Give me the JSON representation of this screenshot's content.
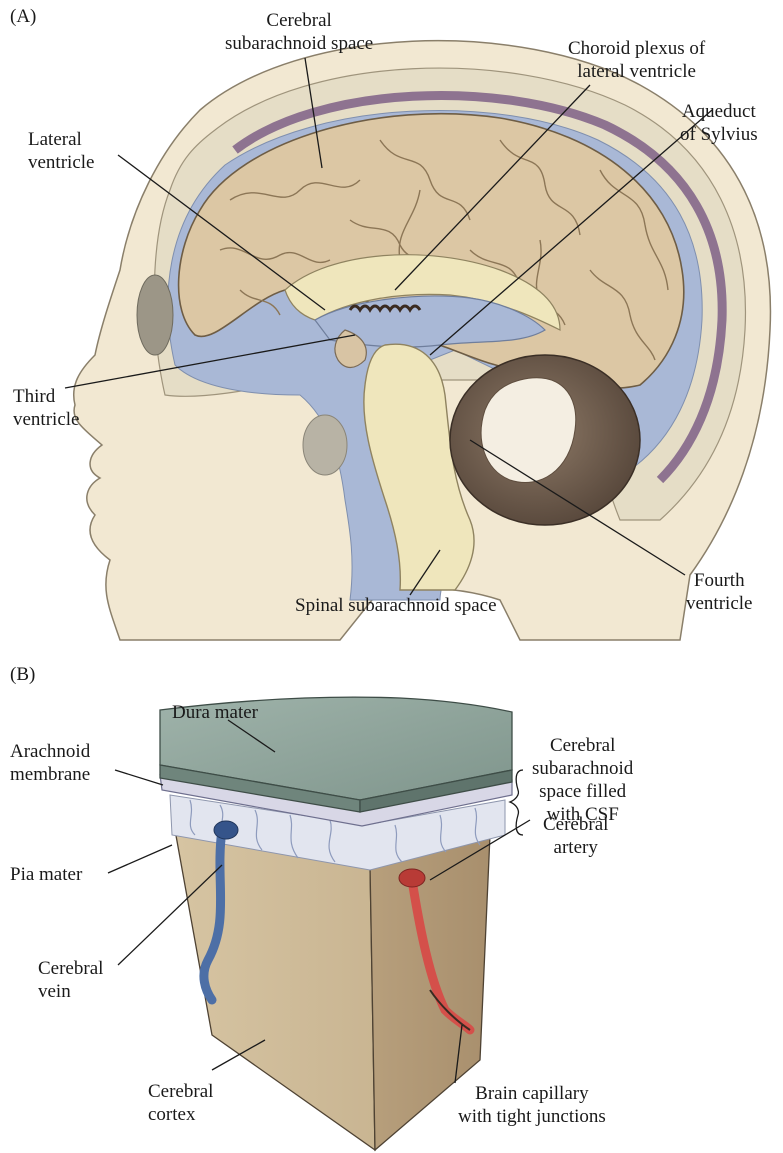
{
  "panel_a": {
    "tag": "(A)",
    "labels": {
      "cerebral_subarachnoid": [
        "Cerebral",
        "subarachnoid space"
      ],
      "choroid_plexus": [
        "Choroid plexus of",
        "lateral ventricle"
      ],
      "aqueduct": [
        "Aqueduct",
        "of Sylvius"
      ],
      "lateral_ventricle": [
        "Lateral",
        "ventricle"
      ],
      "third_ventricle": [
        "Third",
        "ventricle"
      ],
      "fourth_ventricle": [
        "Fourth",
        "ventricle"
      ],
      "spinal_subarachnoid": "Spinal subarachnoid space"
    }
  },
  "panel_b": {
    "tag": "(B)",
    "labels": {
      "dura_mater": "Dura mater",
      "arachnoid": [
        "Arachnoid",
        "membrane"
      ],
      "pia_mater": "Pia mater",
      "subarachnoid_csf": [
        "Cerebral",
        "subarachnoid",
        "space filled",
        "with CSF"
      ],
      "cerebral_artery": [
        "Cerebral",
        "artery"
      ],
      "cerebral_vein": [
        "Cerebral",
        "vein"
      ],
      "brain_capillary": [
        "Brain capillary",
        "with tight junctions"
      ],
      "cerebral_cortex": [
        "Cerebral",
        "cortex"
      ]
    }
  },
  "colors": {
    "skin": "#f2e8d2",
    "skull": "#e5ddc6",
    "csf_blue": "#a9b8d6",
    "brain": "#dcc7a4",
    "dura_purple": "#8e7390",
    "brainstem": "#efe6bc",
    "cerebellum": "#6f5c4c",
    "dura_green": "#8ea39a",
    "cortex_tan": "#c8b494",
    "artery_red": "#d4504a",
    "vein_blue": "#4d6fa6"
  }
}
